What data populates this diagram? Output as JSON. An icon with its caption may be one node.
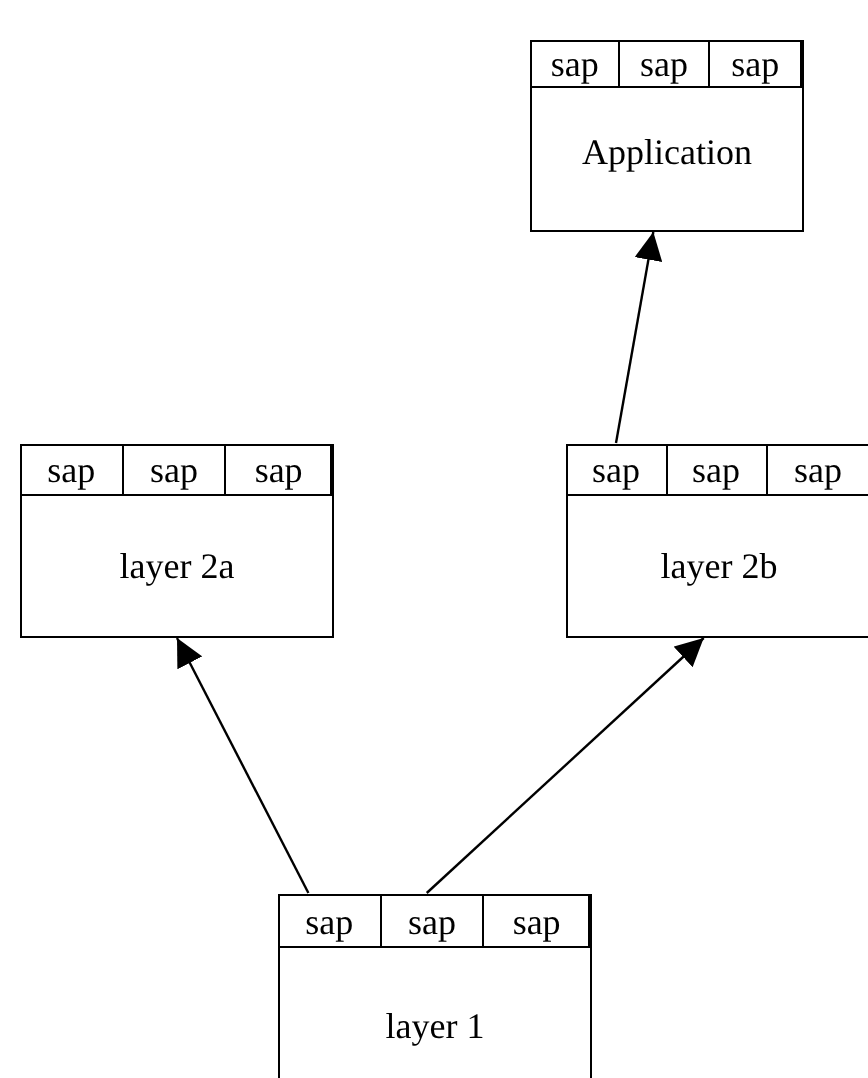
{
  "diagram": {
    "nodes": [
      {
        "text": [
          "Application"
        ]
      },
      {
        "text": [
          "sap"
        ],
        "in": 0
      },
      {
        "text": [
          "sap"
        ],
        "in": 0
      },
      {
        "text": [
          "sap"
        ],
        "in": 0
      },
      {
        "text": [
          "layer 2a"
        ]
      },
      {
        "text": [
          "sap"
        ],
        "in": 4
      },
      {
        "text": [
          "sap"
        ],
        "in": 4
      },
      {
        "text": [
          "sap"
        ],
        "in": 4
      },
      {
        "text": [
          "layer 2b"
        ]
      },
      {
        "text": [
          "sap"
        ],
        "in": 8
      },
      {
        "text": [
          "sap"
        ],
        "in": 8
      },
      {
        "text": [
          "sap"
        ],
        "in": 8
      },
      {
        "text": [
          "layer 1"
        ]
      },
      {
        "text": [
          "sap"
        ],
        "in": 12
      },
      {
        "text": [
          "sap"
        ],
        "in": 12
      },
      {
        "text": [
          "sap"
        ],
        "in": 12
      }
    ],
    "edges": [
      {
        "from": 13,
        "to": 4,
        "arrow": "to"
      },
      {
        "from": 14,
        "to": 8,
        "arrow": "to"
      },
      {
        "from": 9,
        "to": 0,
        "arrow": "to"
      }
    ]
  }
}
